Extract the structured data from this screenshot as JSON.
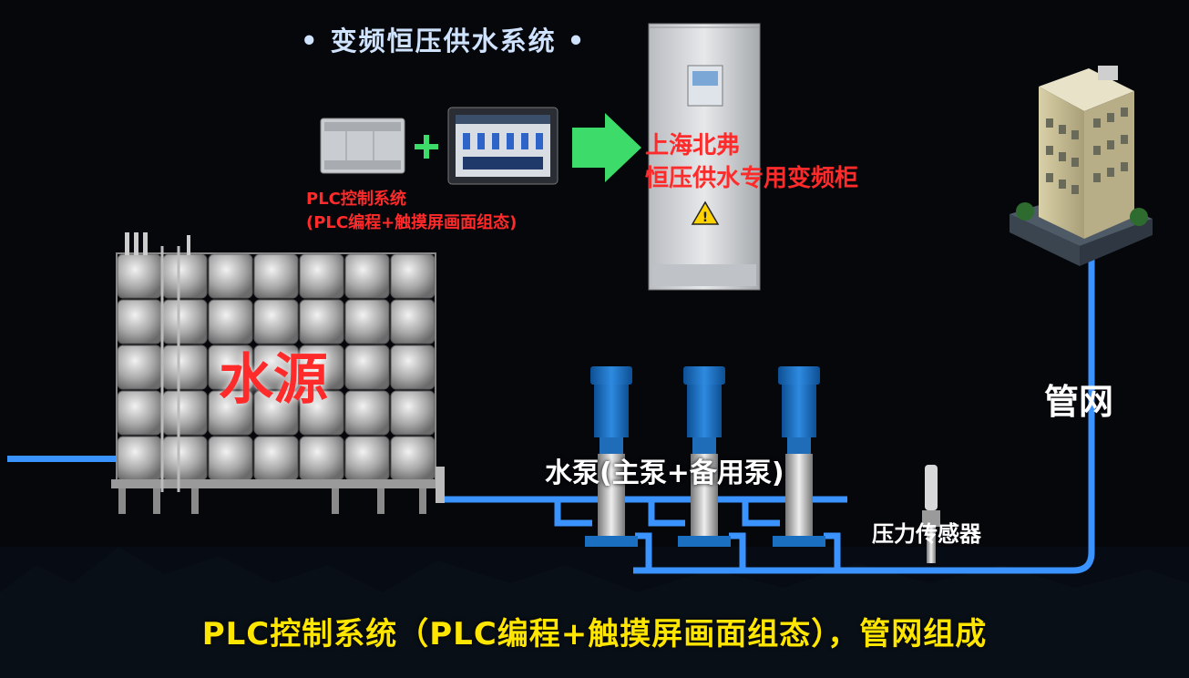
{
  "title": "• 变频恒压供水系统 •",
  "plc": {
    "label_line1": "PLC控制系统",
    "label_line2": "(PLC编程+触摸屏画面组态)"
  },
  "plus_symbol": "+",
  "cabinet": {
    "label_line1": "上海北弗",
    "label_line2": "恒压供水专用变频柜"
  },
  "tank": {
    "label": "水源"
  },
  "pumps": {
    "label": "水泵(主泵+备用泵)"
  },
  "sensor": {
    "label": "压力传感器"
  },
  "pipe_network": {
    "label": "管网"
  },
  "caption": "PLC控制系统（PLC编程+触摸屏画面组态），管网组成",
  "colors": {
    "pipe": "#3a93ff",
    "arrow": "#3ddc6a",
    "label_red": "#ff2a2a",
    "caption": "#ffe600",
    "pump_blue": "#1a6fc0"
  },
  "icons": [
    "plc-device-icon",
    "touchscreen-icon",
    "arrow-right-icon",
    "cabinet-icon",
    "tank-icon",
    "pump-icon",
    "sensor-icon",
    "building-icon",
    "warning-icon"
  ]
}
